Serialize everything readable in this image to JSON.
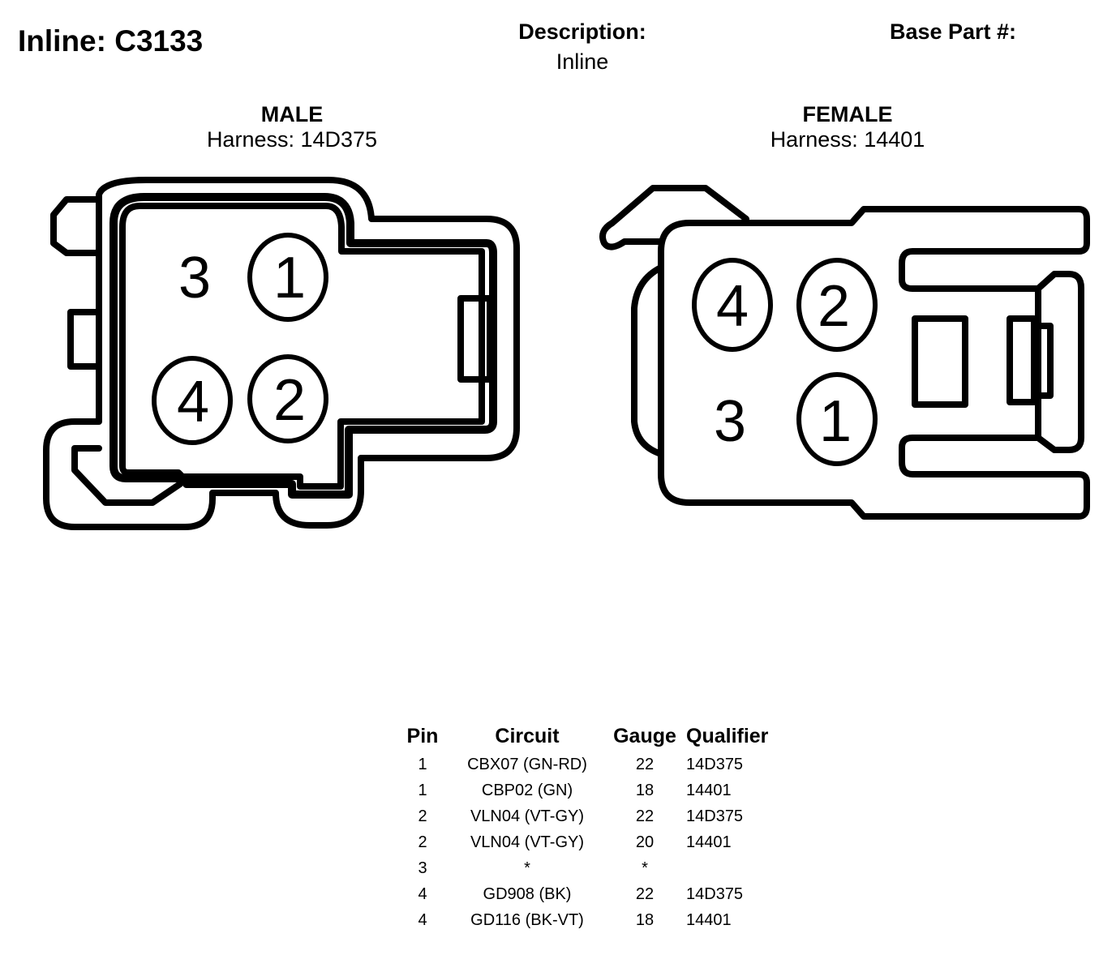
{
  "header": {
    "title": "Inline: C3133",
    "description_label": "Description:",
    "description_value": "Inline",
    "base_part_label": "Base Part #:"
  },
  "male": {
    "gender": "MALE",
    "harness": "Harness: 14D375",
    "pins": [
      "3",
      "1",
      "4",
      "2"
    ]
  },
  "female": {
    "gender": "FEMALE",
    "harness": "Harness: 14401",
    "pins": [
      "4",
      "2",
      "3",
      "1"
    ]
  },
  "pin_table": {
    "headers": [
      "Pin",
      "Circuit",
      "Gauge",
      "Qualifier"
    ],
    "rows": [
      [
        "1",
        "CBX07 (GN-RD)",
        "22",
        "14D375"
      ],
      [
        "1",
        "CBP02 (GN)",
        "18",
        "14401"
      ],
      [
        "2",
        "VLN04 (VT-GY)",
        "22",
        "14D375"
      ],
      [
        "2",
        "VLN04 (VT-GY)",
        "20",
        "14401"
      ],
      [
        "3",
        "*",
        "*",
        ""
      ],
      [
        "4",
        "GD908 (BK)",
        "22",
        "14D375"
      ],
      [
        "4",
        "GD116 (BK-VT)",
        "18",
        "14401"
      ]
    ]
  }
}
